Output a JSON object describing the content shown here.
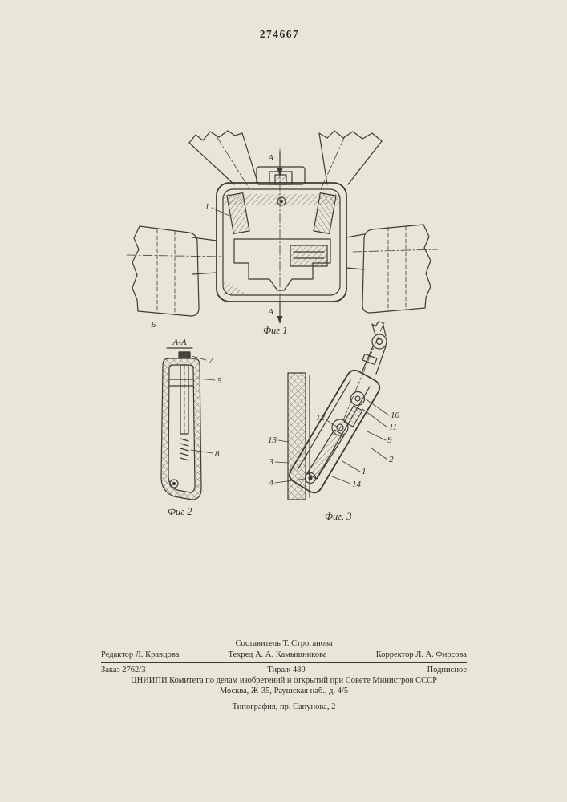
{
  "page": {
    "patent_number": "274667"
  },
  "fig1": {
    "caption": "Фиг 1",
    "arrow_top": "А",
    "arrow_bottom": "А",
    "label_1": "1",
    "label_b": "Б"
  },
  "fig2": {
    "title": "А-А",
    "caption": "Фиг 2",
    "c7": "7",
    "c5": "5",
    "c8": "8"
  },
  "fig3": {
    "caption": "Фиг. 3",
    "c1": "1",
    "c2": "2",
    "c3": "3",
    "c4": "4",
    "c9": "9",
    "c10": "10",
    "c11": "11",
    "c12": "12",
    "c13": "13",
    "c14": "14"
  },
  "imprint": {
    "compiler": "Составитель Т. Строганова",
    "editor": "Редактор Л. Кравцова",
    "techred": "Техред А. А. Камышникова",
    "corrector": "Корректор Л. А. Фирсова",
    "order": "Заказ 2762/3",
    "tirazh": "Тираж 480",
    "podpisnoe": "Подписное",
    "org1": "ЦНИИПИ Комитета по делам изобретений и открытий при Совете Министров СССР",
    "org2": "Москва, Ж-35, Раушская наб., д. 4/5",
    "tipografia": "Типография, пр. Сапунова, 2"
  }
}
